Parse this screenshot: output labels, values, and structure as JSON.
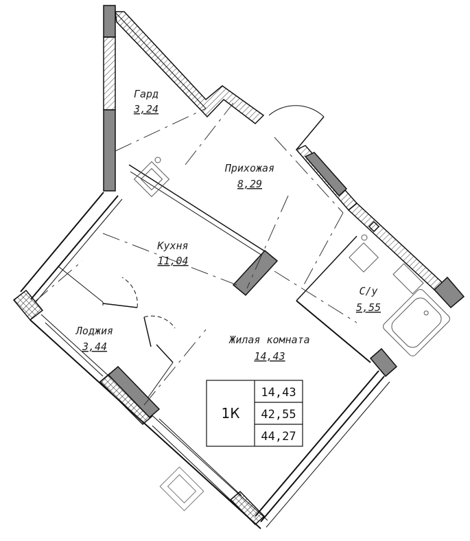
{
  "rooms": {
    "wardrobe": {
      "label": "Гард",
      "area": "3,24"
    },
    "hallway": {
      "label": "Прихожая",
      "area": "8,29"
    },
    "kitchen": {
      "label": "Кухня",
      "area": "11,04"
    },
    "bathroom": {
      "label": "С/у",
      "area": "5,55"
    },
    "loggia": {
      "label": "Лоджия",
      "area": "3,44"
    },
    "living": {
      "label": "Жилая комната",
      "area": "14,43"
    }
  },
  "summary": {
    "type": "1К",
    "living_area": "14,43",
    "total_area": "42,55",
    "total_area_with_loggia": "44,27"
  }
}
